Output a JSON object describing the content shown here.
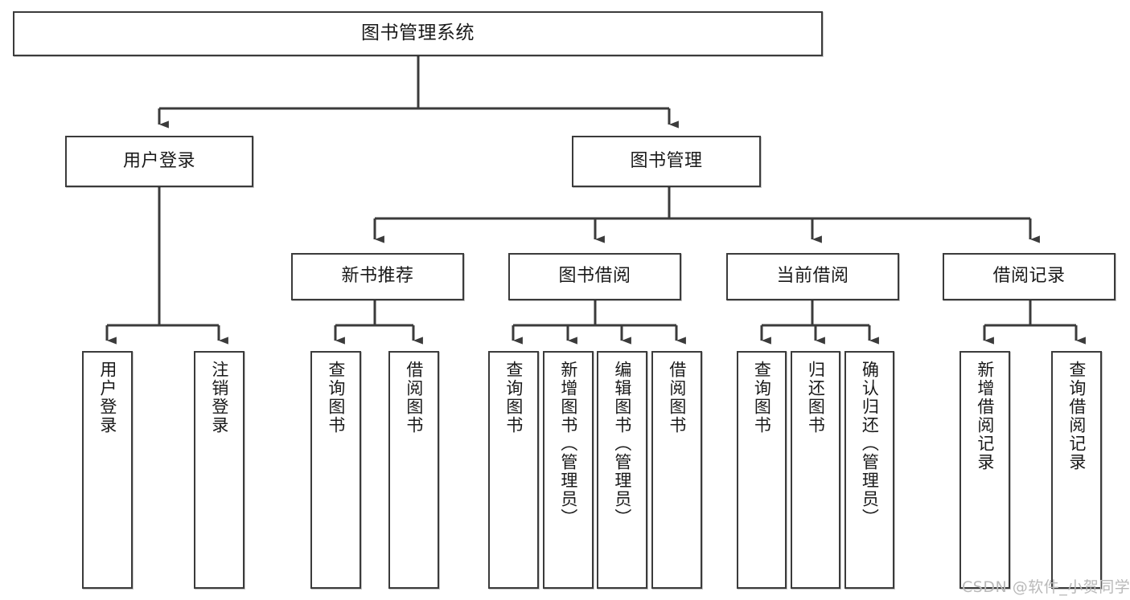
{
  "diagram": {
    "title": "图书管理系统",
    "type": "tree-hierarchy",
    "orientation": "top-down",
    "colors": {
      "box_border": "#3b3b3b",
      "box_fill": "#ffffff",
      "connector": "#3b3b3b",
      "text": "#1a1a1a",
      "watermark": "#b9b9b9",
      "background": "#ffffff"
    }
  },
  "root": {
    "label": "图书管理系统"
  },
  "level2": [
    {
      "label": "用户登录"
    },
    {
      "label": "图书管理"
    }
  ],
  "level3": [
    {
      "label": "新书推荐"
    },
    {
      "label": "图书借阅"
    },
    {
      "label": "当前借阅"
    },
    {
      "label": "借阅记录"
    }
  ],
  "leaves": {
    "user_login": [
      {
        "label": "用户登录"
      },
      {
        "label": "注销登录"
      }
    ],
    "new_book_recommend": [
      {
        "label": "查询图书"
      },
      {
        "label": "借阅图书"
      }
    ],
    "book_borrow": [
      {
        "label": "查询图书"
      },
      {
        "label": "新增图书（管理员）"
      },
      {
        "label": "编辑图书（管理员）"
      },
      {
        "label": "借阅图书"
      }
    ],
    "current_borrow": [
      {
        "label": "查询图书"
      },
      {
        "label": "归还图书"
      },
      {
        "label": "确认归还（管理员）"
      }
    ],
    "borrow_record": [
      {
        "label": "新增借阅记录"
      },
      {
        "label": "查询借阅记录"
      }
    ]
  },
  "watermark": {
    "text": "CSDN @软件_小贺同学"
  }
}
